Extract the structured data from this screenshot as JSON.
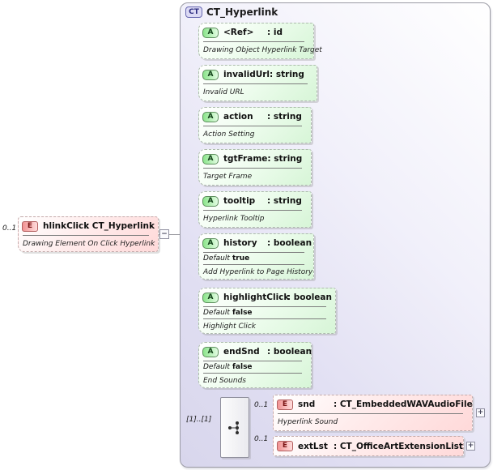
{
  "colors": {
    "container_fill": "#dcdaf0",
    "attribute_green": "#d7f5d7",
    "element_pink": "#ffd9d9",
    "badge_green": "#8be48b",
    "badge_red": "#f19393",
    "badge_blue_fill": "#dcdaf4",
    "connector_gray": "#98989e"
  },
  "diagram": {
    "header": {
      "badge": "CT",
      "title": "CT_Hyperlink"
    },
    "root": {
      "badge": "E",
      "multiplicity": "0..1",
      "name": "hlinkClick",
      "type": ": CT_Hyperlink",
      "annotation": "Drawing Element On Click Hyperlink",
      "collapse_glyph": "−"
    },
    "attributes": [
      {
        "badge": "A",
        "name": "<Ref>",
        "type": ": id",
        "annotation": "Drawing Object Hyperlink Target"
      },
      {
        "badge": "A",
        "name": "invalidUrl",
        "type": ": string",
        "annotation": "Invalid URL"
      },
      {
        "badge": "A",
        "name": "action",
        "type": ": string",
        "annotation": "Action Setting"
      },
      {
        "badge": "A",
        "name": "tgtFrame",
        "type": ": string",
        "annotation": "Target Frame"
      },
      {
        "badge": "A",
        "name": "tooltip",
        "type": ": string",
        "annotation": "Hyperlink Tooltip"
      },
      {
        "badge": "A",
        "name": "history",
        "type": ": boolean",
        "default_label": "Default",
        "default_value": "true",
        "annotation": "Add Hyperlink to Page History"
      },
      {
        "badge": "A",
        "name": "highlightClick",
        "type": ": boolean",
        "default_label": "Default",
        "default_value": "false",
        "annotation": "Highlight Click"
      },
      {
        "badge": "A",
        "name": "endSnd",
        "type": ": boolean",
        "default_label": "Default",
        "default_value": "false",
        "annotation": "End Sounds"
      }
    ],
    "sequence": {
      "multiplicity": "[1]..[1]"
    },
    "children": [
      {
        "badge": "E",
        "multiplicity": "0..1",
        "name": "snd",
        "type": ": CT_EmbeddedWAVAudioFile",
        "annotation": "Hyperlink Sound",
        "expand_glyph": "+"
      },
      {
        "badge": "E",
        "multiplicity": "0..1",
        "name": "extLst",
        "type": ": CT_OfficeArtExtensionList",
        "expand_glyph": "+"
      }
    ]
  }
}
